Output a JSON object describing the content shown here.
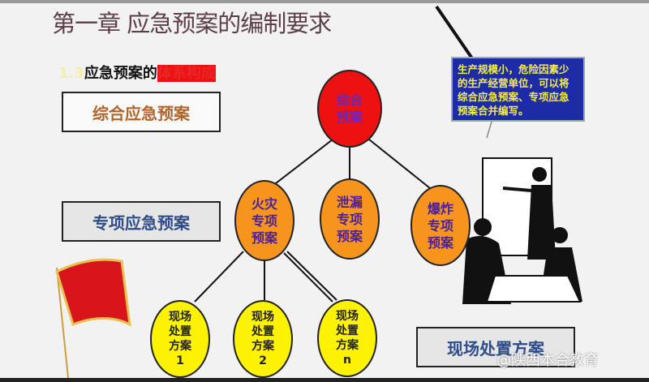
{
  "title": "第一章 应急预案的编制要求",
  "subtitle": {
    "number": "1.3",
    "text": "应急预案的",
    "highlight": "体系构成"
  },
  "levels": [
    "综合应急预案",
    "专项应急预案",
    "现场处置方案"
  ],
  "note": "生产规模小，危险因素少的生产经营单位，可以将综合应急预案、专项应急预案合并编写。",
  "root": {
    "label": "综合\n预案"
  },
  "special": [
    {
      "label": "火灾\n专项\n预案"
    },
    {
      "label": "泄漏\n专项\n预案"
    },
    {
      "label": "爆炸\n专项\n预案"
    }
  ],
  "onsite": [
    {
      "label": "现场\n处置\n方案\n1"
    },
    {
      "label": "现场\n处置\n方案\n2"
    },
    {
      "label": "现场\n处置\n方案\nn"
    }
  ],
  "watermark": "@陕西本合教育",
  "colors": {
    "root": "#ee1111",
    "special": "#f7941d",
    "onsite": "#fdf200",
    "note_bg": "#1d2ca6"
  }
}
